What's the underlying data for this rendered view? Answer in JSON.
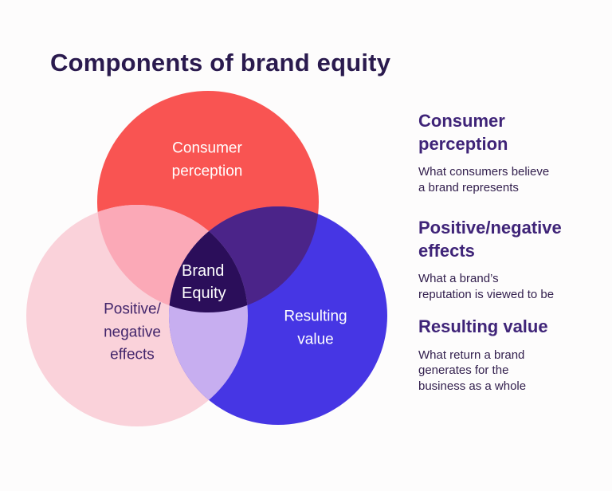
{
  "title": "Components of brand equity",
  "colors": {
    "background": "#FDFCFC",
    "title_text": "#2A1A4E",
    "circle_red": "#F95452",
    "circle_pink": "#FAD2DA",
    "circle_blue": "#4636E4",
    "overlap_red_pink": "#FBA9B7",
    "overlap_red_blue": "#4B2489",
    "overlap_pink_blue": "#C7AEF0",
    "center": "#2B0E5A",
    "heading_text": "#3F2478",
    "body_text": "#33204E"
  },
  "venn": {
    "circles": [
      {
        "id": "consumer-perception",
        "label": "Consumer\nperception",
        "color": "#F95452",
        "text_color": "#FFFFFF"
      },
      {
        "id": "positive-negative-effects",
        "label": "Positive/\nnegative\neffects",
        "color": "#FAD2DA",
        "text_color": "#42256B"
      },
      {
        "id": "resulting-value",
        "label": "Resulting\nvalue",
        "color": "#4636E4",
        "text_color": "#FFFFFF"
      }
    ],
    "center_label": "Brand\nEquity"
  },
  "legend": [
    {
      "heading": "Consumer\nperception",
      "description": "What consumers believe\na brand represents"
    },
    {
      "heading": "Positive/negative\neffects",
      "description": "What a brand’s\nreputation is viewed to be"
    },
    {
      "heading": "Resulting value",
      "description": "What return a brand\ngenerates for the\nbusiness as a whole"
    }
  ]
}
